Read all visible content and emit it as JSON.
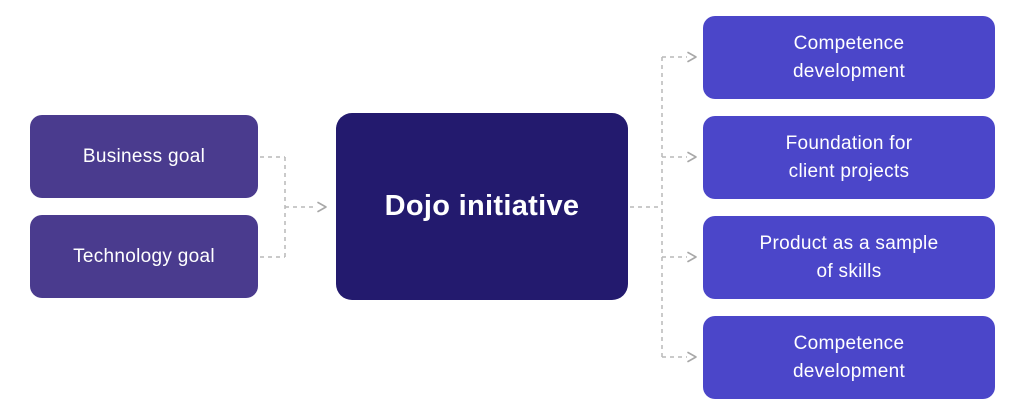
{
  "diagram": {
    "title": "Dojo initiative flow diagram",
    "inputs": [
      {
        "label": "Business goal"
      },
      {
        "label": "Technology goal"
      }
    ],
    "center": {
      "label": "Dojo initiative"
    },
    "outputs": [
      {
        "label": "Competence\ndevelopment"
      },
      {
        "label": "Foundation for\nclient projects"
      },
      {
        "label": "Product as a sample\nof skills"
      },
      {
        "label": "Competence\ndevelopment"
      }
    ],
    "colors": {
      "input_box": "#4a3b8e",
      "center_box": "#231a6e",
      "output_box": "#4b46c9",
      "connector": "#b9b9b9",
      "arrowhead": "#a8a8a8",
      "text": "#ffffff",
      "background": "#ffffff"
    }
  }
}
